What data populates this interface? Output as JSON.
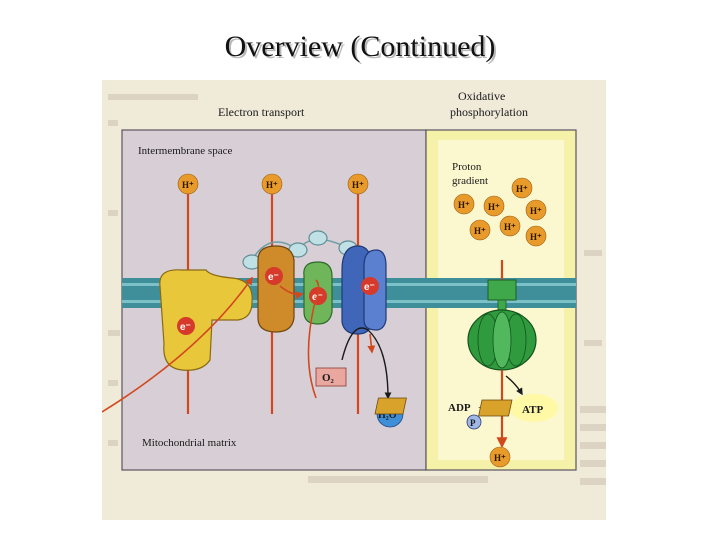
{
  "slide": {
    "title": "Overview (Continued)"
  },
  "figure": {
    "panel_left_title": "Electron transport",
    "panel_right_title_line1": "Oxidative",
    "panel_right_title_line2": "phosphorylation",
    "intermembrane_label": "Intermembrane space",
    "matrix_label": "Mitochondrial matrix",
    "gradient_label_line1": "Proton",
    "gradient_label_line2": "gradient",
    "proton": "H⁺",
    "electron": "e⁻",
    "oxygen": "O₂",
    "water": "H₂O",
    "adp": "ADP",
    "plus": "+",
    "phosphate": "P",
    "atp": "ATP"
  },
  "colors": {
    "page_background": "#f0ead9",
    "panel_left": "#d8cfd6",
    "panel_right": "#f6f1a8",
    "membrane": "#3e8f9a",
    "complex_yellow": "#e9c73a",
    "complex_orange": "#cf8a2a",
    "complex_green": "#6fb65a",
    "complex_blue": "#3f66b8",
    "atp_synthase": "#2f9a3e",
    "proton": "#e89a2a",
    "arrow": "#d2481e",
    "electron": "#d63a2a"
  }
}
